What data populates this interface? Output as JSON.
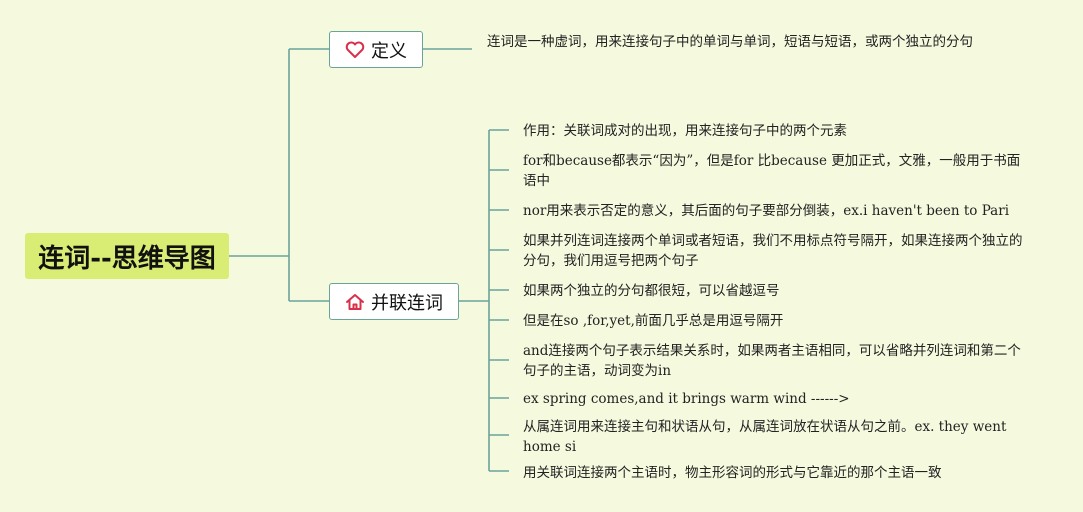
{
  "root": {
    "title": "连词--思维导图"
  },
  "branches": [
    {
      "label": "定义",
      "icon": "heart-icon",
      "items": [
        "连词是一种虚词，用来连接句子中的单词与单词，短语与短语，或两个独立的分句"
      ]
    },
    {
      "label": "并联连词",
      "icon": "house-icon",
      "items": [
        "作用：关联词成对的出现，用来连接句子中的两个元素",
        "for和because都表示“因为”，但是for 比because 更加正式，文雅，一般用于书面语中",
        "nor用来表示否定的意义，其后面的句子要部分倒装，ex.i haven't been to Pari",
        "如果并列连词连接两个单词或者短语，我们不用标点符号隔开，如果连接两个独立的分句，我们用逗号把两个句子",
        "如果两个独立的分句都很短，可以省越逗号",
        "但是在so ,for,yet,前面几乎总是用逗号隔开",
        "and连接两个句子表示结果关系时，如果两者主语相同，可以省略并列连词和第二个句子的主语，动词变为in",
        "ex spring comes,and it brings warm wind ------>",
        "从属连词用来连接主句和状语从句，从属连词放在状语从句之前。ex. they went home si",
        "用关联词连接两个主语时，物主形容词的形式与它靠近的那个主语一致"
      ]
    }
  ],
  "colors": {
    "background": "#f5fadf",
    "root": "#d9ec74",
    "line": "#6aa39a",
    "heart": "#d9304a",
    "house": "#d9304a"
  }
}
